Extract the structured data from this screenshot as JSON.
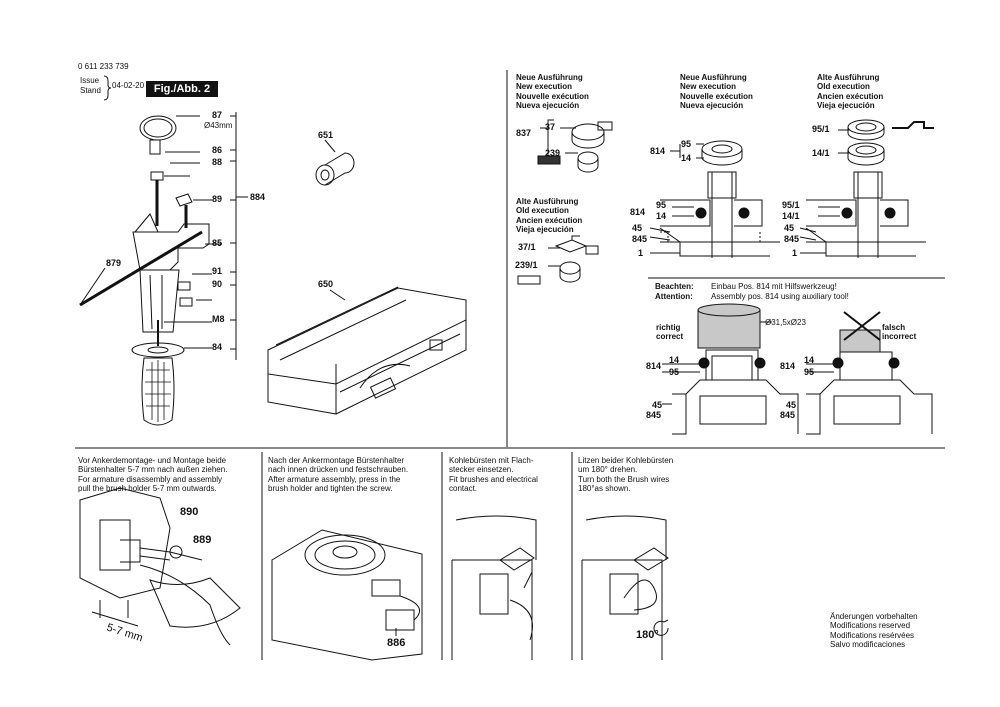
{
  "header": {
    "part_number": "0 611 233 739",
    "issue_label": "Issue",
    "stand_label": "Stand",
    "date": "04-02-20",
    "figure": "Fig./Abb. 2"
  },
  "callouts": {
    "n87": "87",
    "diameter": "Ø43mm",
    "n86": "86",
    "n88": "88",
    "n89": "89",
    "n884": "884",
    "n85": "85",
    "n91": "91",
    "n90": "90",
    "n879": "879",
    "m8": "M8",
    "n84": "84",
    "n651": "651",
    "n650": "650"
  },
  "execution_new": {
    "lines": [
      "Neue Ausführung",
      "New execution",
      "Nouvelle exécution",
      "Nueva ejecución"
    ]
  },
  "execution_old": {
    "lines": [
      "Alte Ausführung",
      "Old execution",
      "Ancien exécution",
      "Vieja ejecución"
    ]
  },
  "brush_new": {
    "n837": "837",
    "n37": "37",
    "n239": "239"
  },
  "brush_old": {
    "n37_1": "37/1",
    "n239_1": "239/1"
  },
  "bearing_new": {
    "n814": "814",
    "n95": "95",
    "n14": "14",
    "s814": "814",
    "s95": "95",
    "s14": "14",
    "s45": "45",
    "s845": "845",
    "s1": "1"
  },
  "bearing_old": {
    "n95_1": "95/1",
    "n14_1": "14/1",
    "s95_1": "95/1",
    "s14_1": "14/1",
    "s45": "45",
    "s845": "845",
    "s1": "1"
  },
  "note": {
    "beachten_label": "Beachten:",
    "beachten_text": "Einbau Pos. 814 mit Hilfswerkzeug!",
    "attention_label": "Attention:",
    "attention_text": "Assembly pos. 814 using auxiliary tool!",
    "correct_lines": [
      "richtig",
      "correct"
    ],
    "incorrect_lines": [
      "falsch",
      "incorrect"
    ],
    "dims": "Ø31,5xØ23",
    "left": {
      "n814": "814",
      "n14": "14",
      "n95": "95",
      "n45": "45",
      "n845": "845"
    },
    "right": {
      "n814": "814",
      "n14": "14",
      "n95": "95",
      "n45": "45",
      "n845": "845"
    }
  },
  "instructions": [
    {
      "lines": [
        "Vor Ankerdemontage- und Montage beide",
        "Bürstenhalter 5-7 mm nach außen ziehen.",
        "For armature disassembly and assembly",
        "pull the brush holder 5-7 mm outwards."
      ]
    },
    {
      "lines": [
        "Nach der Ankermontage Bürstenhalter",
        "nach innen drücken und festschrauben.",
        "After armature assembly, press in the",
        "brush holder and tighten the screw."
      ]
    },
    {
      "lines": [
        "Kohlebürsten mit Flach-",
        "stecker einsetzen.",
        "Fit brushes and electrical",
        "contact."
      ]
    },
    {
      "lines": [
        "Litzen beider Kohlebürsten",
        "um 180° drehen.",
        "Turn both the Brush wires",
        "180°as shown."
      ]
    }
  ],
  "bottom_callouts": {
    "n890": "890",
    "n889": "889",
    "gap": "5-7 mm",
    "n886": "886",
    "angle": "180°"
  },
  "footer": {
    "lines": [
      "Änderungen vorbehalten",
      "Modifications reserved",
      "Modifications resérvées",
      "Salvo modificaciones"
    ]
  }
}
